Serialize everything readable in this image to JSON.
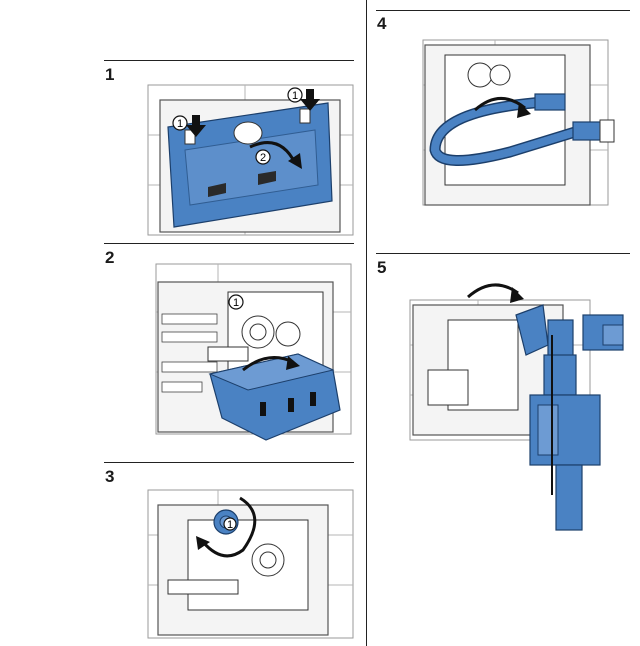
{
  "steps": [
    {
      "number": "1",
      "callouts": [
        "1",
        "1",
        "2"
      ]
    },
    {
      "number": "2",
      "callouts": [
        "1"
      ]
    },
    {
      "number": "3",
      "callouts": [
        "1"
      ]
    },
    {
      "number": "4",
      "callouts": []
    },
    {
      "number": "5",
      "callouts": []
    }
  ],
  "colors": {
    "part_blue": "#4a82c3",
    "line": "#222222"
  }
}
